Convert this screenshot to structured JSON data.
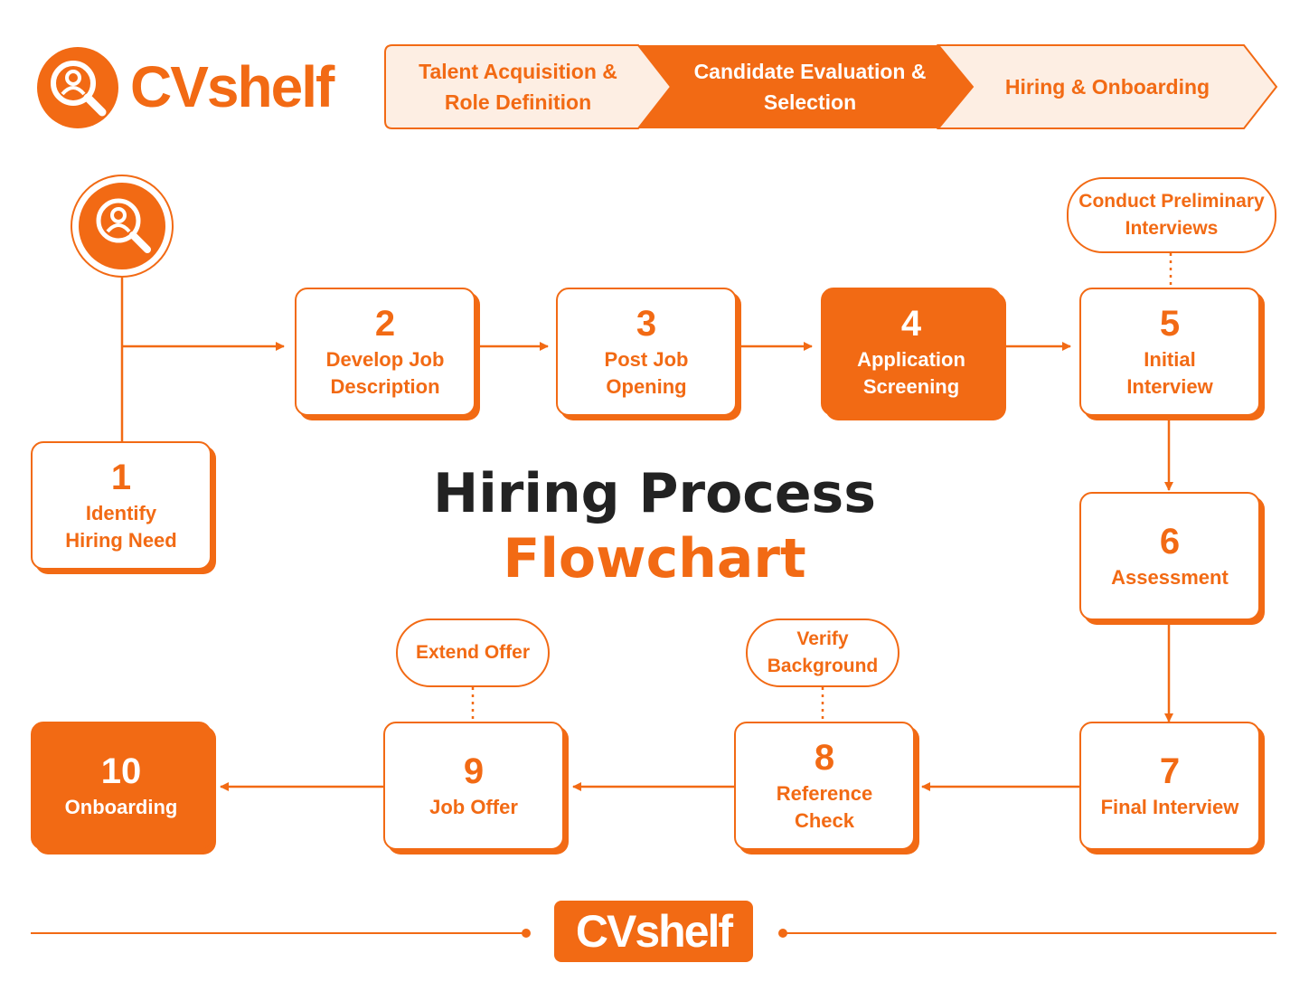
{
  "brand": {
    "name": "CVshelf",
    "accent": "#f26a14",
    "dark": "#222222"
  },
  "phases": [
    {
      "line1": "Talent Acquisition &",
      "line2": "Role Definition"
    },
    {
      "line1": "Candidate Evaluation &",
      "line2": "Selection"
    },
    {
      "line1": "Hiring & Onboarding",
      "line2": ""
    }
  ],
  "title": {
    "line1": "Hiring Process",
    "line2": "Flowchart"
  },
  "start_icon": "user-search-icon",
  "steps": [
    {
      "num": "1",
      "line1": "Identify",
      "line2": "Hiring Need"
    },
    {
      "num": "2",
      "line1": "Develop Job",
      "line2": "Description"
    },
    {
      "num": "3",
      "line1": "Post Job",
      "line2": "Opening"
    },
    {
      "num": "4",
      "line1": "Application",
      "line2": "Screening"
    },
    {
      "num": "5",
      "line1": "Initial",
      "line2": "Interview"
    },
    {
      "num": "6",
      "line1": "Assessment",
      "line2": ""
    },
    {
      "num": "7",
      "line1": "Final Interview",
      "line2": ""
    },
    {
      "num": "8",
      "line1": "Reference",
      "line2": "Check"
    },
    {
      "num": "9",
      "line1": "Job Offer",
      "line2": ""
    },
    {
      "num": "10",
      "line1": "Onboarding",
      "line2": ""
    }
  ],
  "substeps": [
    {
      "line1": "Conduct Preliminary",
      "line2": "Interviews"
    },
    {
      "line1": "Verify",
      "line2": "Background"
    },
    {
      "line1": "Extend Offer",
      "line2": ""
    }
  ],
  "footer": {
    "logo": "CVshelf"
  }
}
